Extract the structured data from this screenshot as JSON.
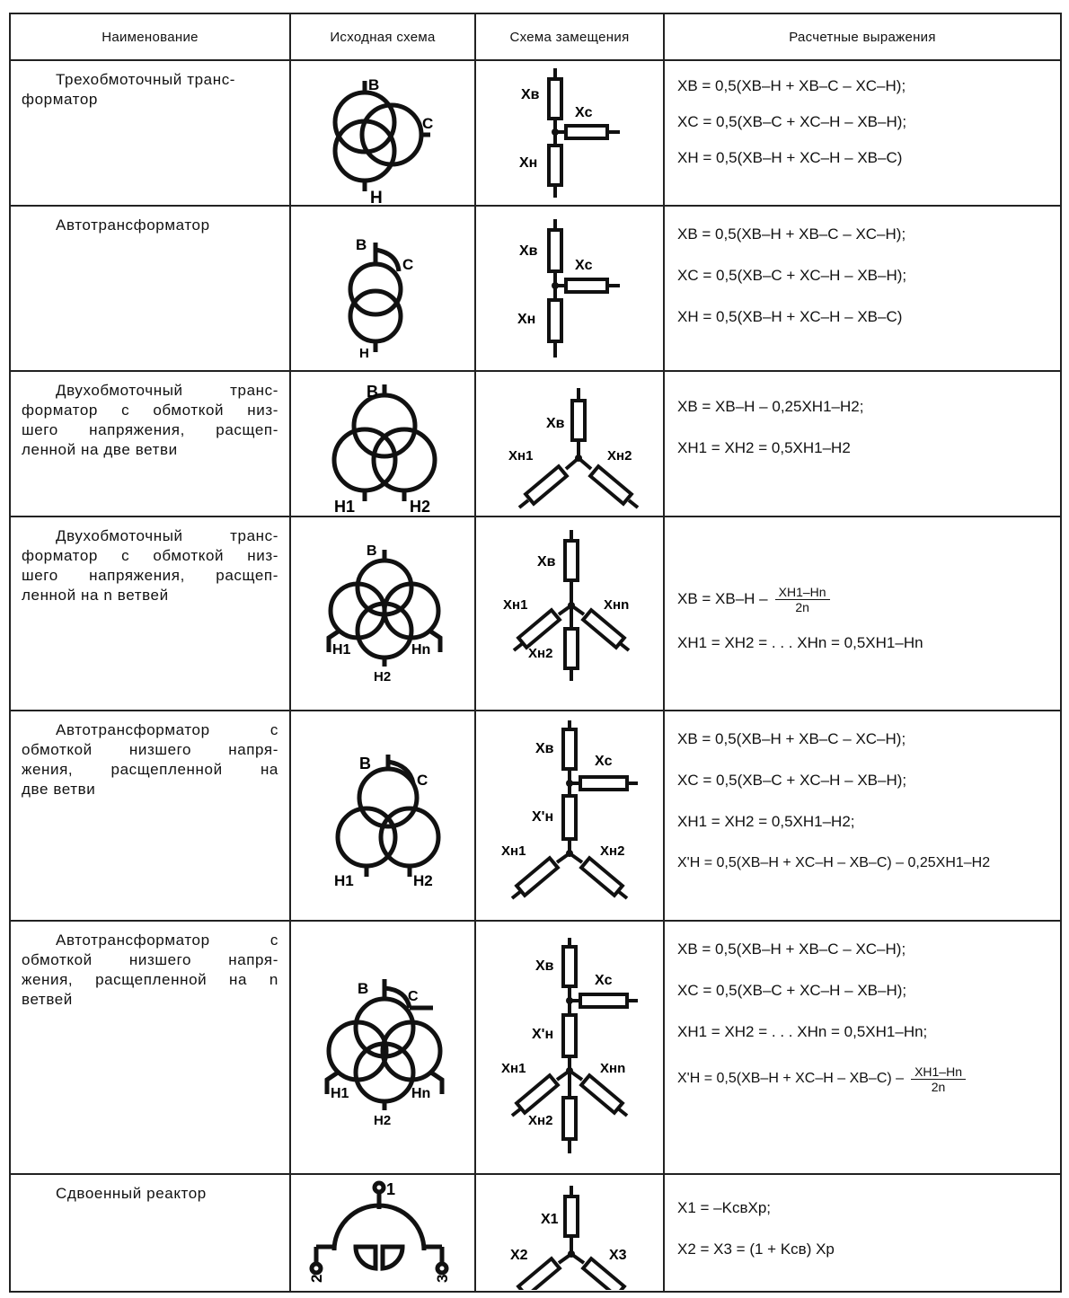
{
  "headers": [
    "Наименование",
    "Исходная схема",
    "Схема замещения",
    "Расчетные выражения"
  ],
  "rows": [
    {
      "name_lines": [
        "Трехобмоточный транс-",
        "форматор"
      ],
      "labels": {
        "top": "В",
        "right": "С",
        "bottom": "Н",
        "x1": "Хв",
        "x2": "Хс",
        "x3": "Хн"
      },
      "formulas": [
        "XВ = 0,5(XВ–Н + XВ–С – XС–Н);",
        "XС = 0,5(XВ–С + XС–Н – XВ–Н);",
        "XН = 0,5(XВ–Н + XС–Н – XВ–С)"
      ]
    },
    {
      "name_lines": [
        "Автотрансформатор"
      ],
      "labels": {
        "top": "В",
        "right": "С",
        "bottom": "Н",
        "x1": "Хв",
        "x2": "Хс",
        "x3": "Хн"
      },
      "formulas": [
        "XВ = 0,5(XВ–Н + XВ–С – XС–Н);",
        "XС = 0,5(XВ–С + XС–Н – XВ–Н);",
        "XН = 0,5(XВ–Н + XС–Н – XВ–С)"
      ]
    },
    {
      "name_lines": [
        "Двухобмоточный транс-",
        "форматор с обмоткой низ-",
        "шего напряжения, расщеп-",
        "ленной на две ветви"
      ],
      "labels": {
        "top": "В",
        "l": "Н1",
        "r": "Н2",
        "x1": "Хв",
        "x2": "Хн1",
        "x3": "Хн2"
      },
      "formulas": [
        "XВ = XВ–Н – 0,25XН1–Н2;",
        "XН1 = XН2 = 0,5XН1–Н2"
      ]
    },
    {
      "name_lines": [
        "Двухобмоточный транс-",
        "форматор с обмоткой низ-",
        "шего напряжения, расщеп-",
        "ленной на n  ветвей"
      ],
      "labels": {
        "top": "В",
        "l": "Н1",
        "m": "Н2",
        "r": "Нn",
        "x1": "Хв",
        "x2": "Хн1",
        "x3": "Хнn",
        "x4": "Хн2"
      },
      "formulas": {
        "f1_left": "XВ = XВ–Н –",
        "f1_num": "XН1–Нn",
        "f1_den": "2n",
        "f2": "XН1 = XН2 = . . . XНn = 0,5XН1–Нn"
      }
    },
    {
      "name_lines": [
        "Автотрансформатор  с",
        "обмоткой низшего напря-",
        "жения,  расщепленной  на",
        "две ветви"
      ],
      "labels": {
        "top": "В",
        "right": "С",
        "l": "Н1",
        "r": "Н2",
        "x1": "Хв",
        "x2": "Хс",
        "x3": "Х'н",
        "x4": "Хн1",
        "x5": "Хн2"
      },
      "formulas": [
        "XВ = 0,5(XВ–Н + XВ–С – XС–Н);",
        "XС = 0,5(XВ–С + XС–Н – XВ–Н);",
        "XН1 = XН2 = 0,5XН1–Н2;",
        "X'Н  = 0,5(XВ–Н + XС–Н – XВ–С) – 0,25XН1–Н2"
      ]
    },
    {
      "name_lines": [
        "Автотрансформатор  с",
        "обмоткой низшего напря-",
        "жения, расщепленной на n",
        "ветвей"
      ],
      "labels": {
        "top": "В",
        "right": "С",
        "l": "Н1",
        "m": "Н2",
        "r": "Нn",
        "x1": "Хв",
        "x2": "Хс",
        "x3": "Х'н",
        "x4": "Хн1",
        "x5": "Хнn",
        "x6": "Хн2"
      },
      "formulas": {
        "list": [
          "XВ = 0,5(XВ–Н + XВ–С – XС–Н);",
          "XС = 0,5(XВ–С + XС–Н – XВ–Н);",
          "XН1 = XН2 = . . . XНn = 0,5XН1–Нn;"
        ],
        "f4_left": "X'Н = 0,5(XВ–Н + XС–Н – XВ–С) –",
        "f4_num": "XН1–Нn",
        "f4_den": "2n"
      }
    },
    {
      "name_lines": [
        "Сдвоенный реактор"
      ],
      "labels": {
        "top": "1",
        "l": "2",
        "r": "3",
        "x1": "Х1",
        "x2": "Х2",
        "x3": "Х3"
      },
      "formulas": [
        "X1 = –KсвXр;",
        "X2 = X3 = (1 + Kсв) Xр"
      ]
    }
  ]
}
